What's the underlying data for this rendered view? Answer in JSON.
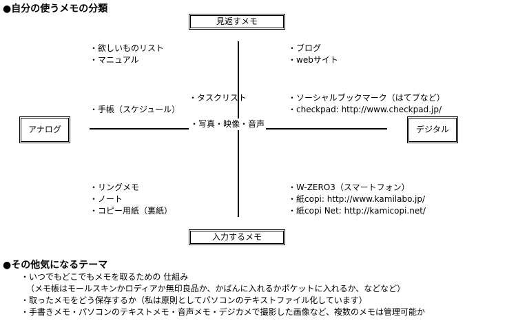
{
  "title": "●自分の使うメモの分類",
  "axes": {
    "top": "見返すメモ",
    "bottom": "入力するメモ",
    "left": "アナログ",
    "right": "デジタル"
  },
  "quadrants": {
    "top_left": [
      "・欲しいものリスト",
      "・マニュアル"
    ],
    "top_right": [
      "・ブログ",
      "・webサイト"
    ],
    "center_upper": "・タスクリスト",
    "mid_left": "・手帳（スケジュール）",
    "mid_right": [
      "・ソーシャルブックマーク（はてブなど）",
      "・checkpad: http://www.checkpad.jp/"
    ],
    "center_axis": "・写真・映像・音声",
    "bottom_left": [
      "・リングメモ",
      "・ノート",
      "・コピー用紙（裏紙）"
    ],
    "bottom_right": [
      "・W-ZERO3（スマートフォン）",
      "・紙copi: http://www.kamilabo.jp/",
      "・紙copi Net: http://kamicopi.net/"
    ]
  },
  "other": {
    "title": "●その他気になるテーマ",
    "lines": [
      "・いつでもどこでもメモを取るための 仕組み",
      "（メモ帳はモールスキンかロディアか無印良品か、かばんに入れるかポケットに入れるか、などなど）",
      "・取ったメモをどう保存するか（私は原則としてパソコンのテキストファイル化しています）",
      "・手書きメモ・パソコンのテキストメモ・音声メモ・デジカメで撮影した画像など、複数のメモは管理可能か"
    ]
  }
}
